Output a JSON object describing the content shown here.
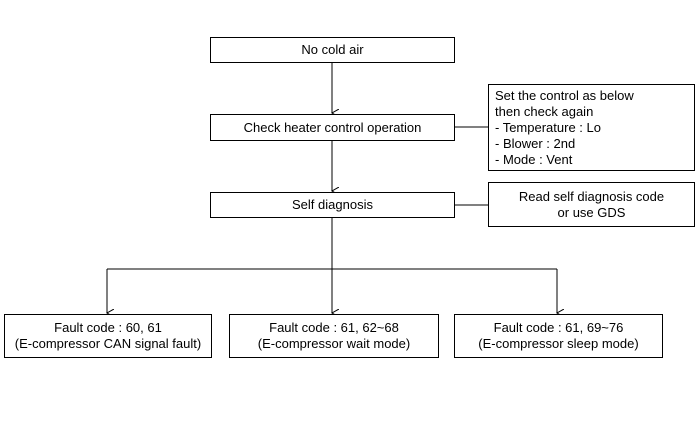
{
  "flowchart": {
    "start": {
      "label": "No cold air"
    },
    "check_heater": {
      "label": "Check heater control operation"
    },
    "check_heater_note": {
      "lines": [
        "Set the control as below",
        "then check again",
        "- Temperature : Lo",
        "- Blower : 2nd",
        "- Mode : Vent"
      ]
    },
    "self_diagnosis": {
      "label": "Self diagnosis"
    },
    "self_diagnosis_note": {
      "lines": [
        "Read self diagnosis code",
        "or use GDS"
      ]
    },
    "faults": [
      {
        "code": "Fault code : 60, 61",
        "desc": "(E-compressor CAN signal fault)"
      },
      {
        "code": "Fault code : 61, 62~68",
        "desc": "(E-compressor wait mode)"
      },
      {
        "code": "Fault code : 61, 69~76",
        "desc": "(E-compressor sleep mode)"
      }
    ]
  }
}
